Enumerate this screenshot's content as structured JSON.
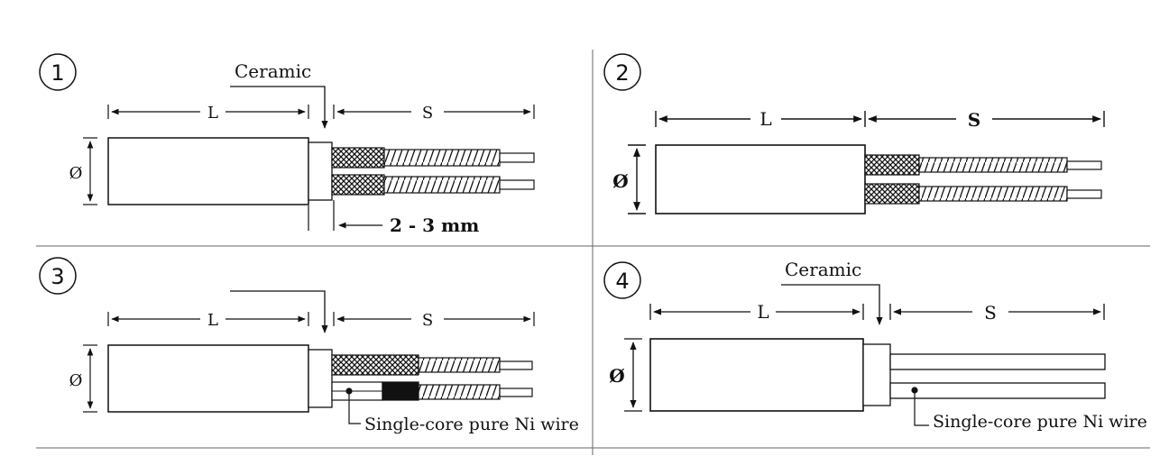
{
  "panels": [
    {
      "number": "1",
      "length_label": "L",
      "sheath_label": "S",
      "diameter_label": "Ø",
      "ceramic_label": "Ceramic",
      "gap_label": "2 - 3 mm"
    },
    {
      "number": "2",
      "length_label": "L",
      "sheath_label": "S",
      "diameter_label": "Ø"
    },
    {
      "number": "3",
      "length_label": "L",
      "sheath_label": "S",
      "diameter_label": "Ø",
      "wire_label": "Single-core pure Ni wire"
    },
    {
      "number": "4",
      "length_label": "L",
      "sheath_label": "S",
      "diameter_label": "Ø",
      "ceramic_label": "Ceramic",
      "wire_label": "Single-core pure Ni wire"
    }
  ]
}
